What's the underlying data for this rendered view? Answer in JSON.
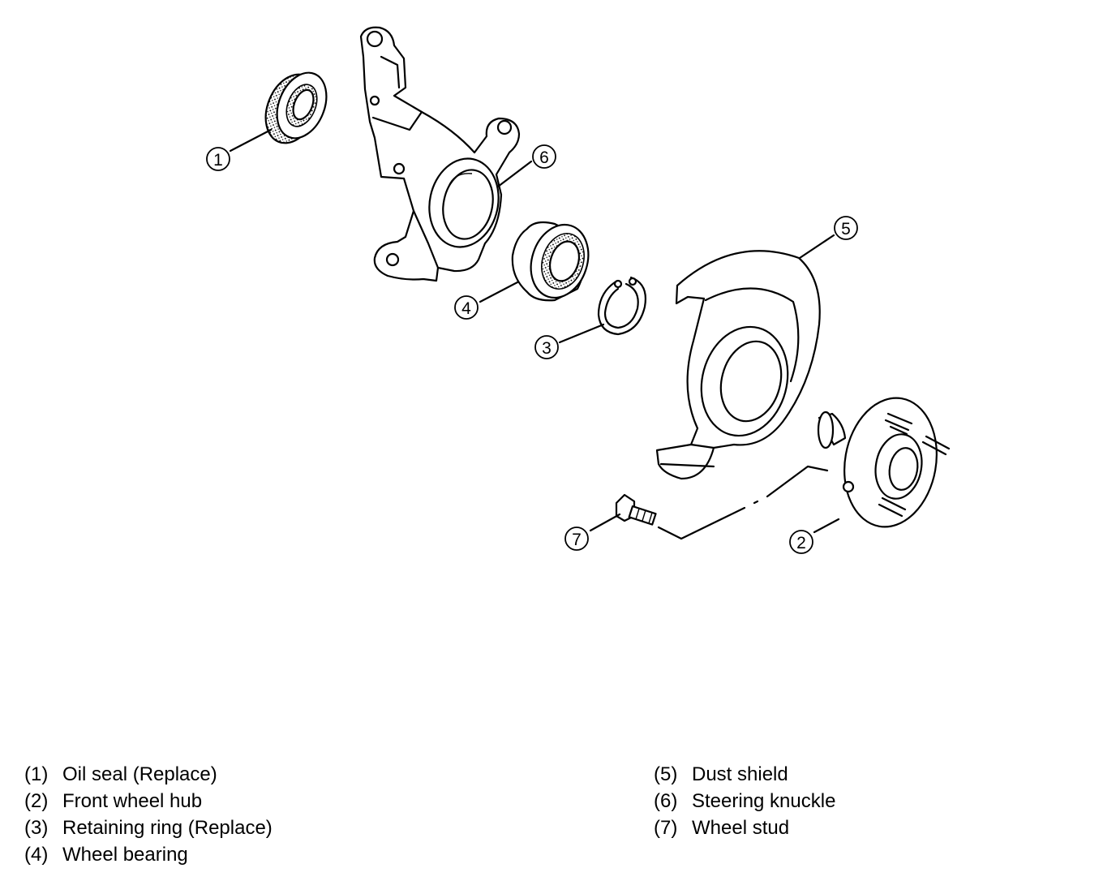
{
  "callouts": {
    "c1": "1",
    "c2": "2",
    "c3": "3",
    "c4": "4",
    "c5": "5",
    "c6": "6",
    "c7": "7"
  },
  "legend": {
    "left": [
      {
        "num": "(1)",
        "label": "Oil seal (Replace)"
      },
      {
        "num": "(2)",
        "label": "Front wheel hub"
      },
      {
        "num": "(3)",
        "label": "Retaining ring (Replace)"
      },
      {
        "num": "(4)",
        "label": "Wheel bearing"
      }
    ],
    "right": [
      {
        "num": "(5)",
        "label": "Dust shield"
      },
      {
        "num": "(6)",
        "label": "Steering knuckle"
      },
      {
        "num": "(7)",
        "label": "Wheel stud"
      }
    ]
  }
}
